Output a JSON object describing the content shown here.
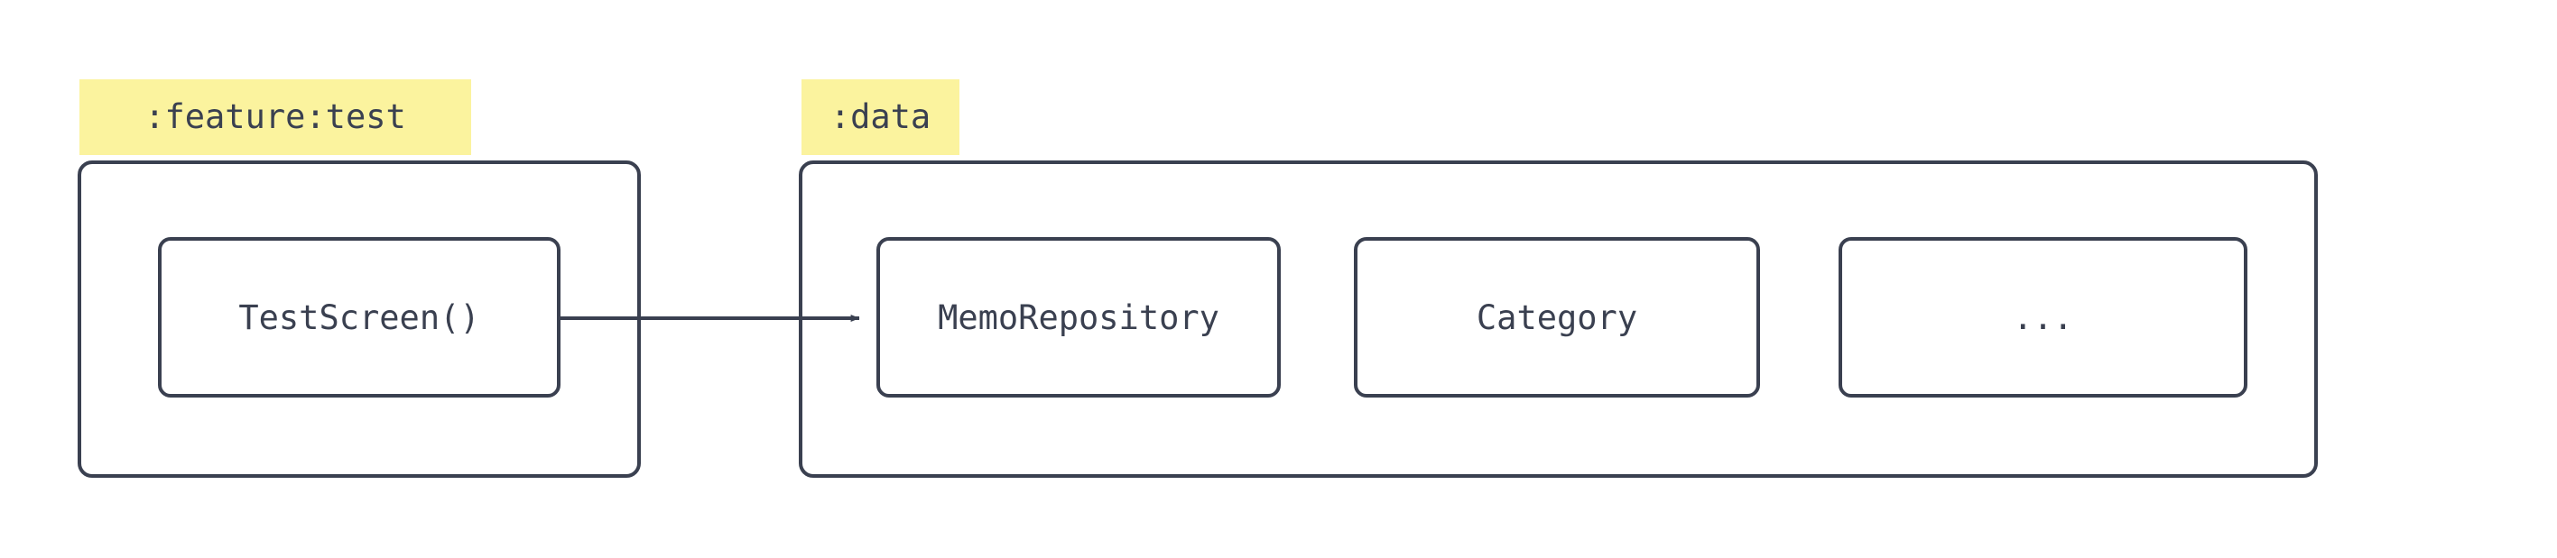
{
  "diagram": {
    "title": "Module dependency diagram",
    "background_color": "#ffffff",
    "stroke_color": "#3a4050",
    "label_highlight_color": "#fbf39e",
    "text_color": "#3a4050"
  },
  "groups": [
    {
      "id": "feature-test",
      "label": ":feature:test",
      "nodes": [
        {
          "id": "test-screen",
          "label": "TestScreen()"
        }
      ]
    },
    {
      "id": "data",
      "label": ":data",
      "nodes": [
        {
          "id": "memo-repository",
          "label": "MemoRepository"
        },
        {
          "id": "category",
          "label": "Category"
        },
        {
          "id": "more",
          "label": "..."
        }
      ]
    }
  ],
  "edges": [
    {
      "id": "test-screen-to-memo-repository",
      "from": "TestScreen()",
      "to": "MemoRepository",
      "arrowhead": "solid-triangle",
      "direction": "right"
    }
  ]
}
